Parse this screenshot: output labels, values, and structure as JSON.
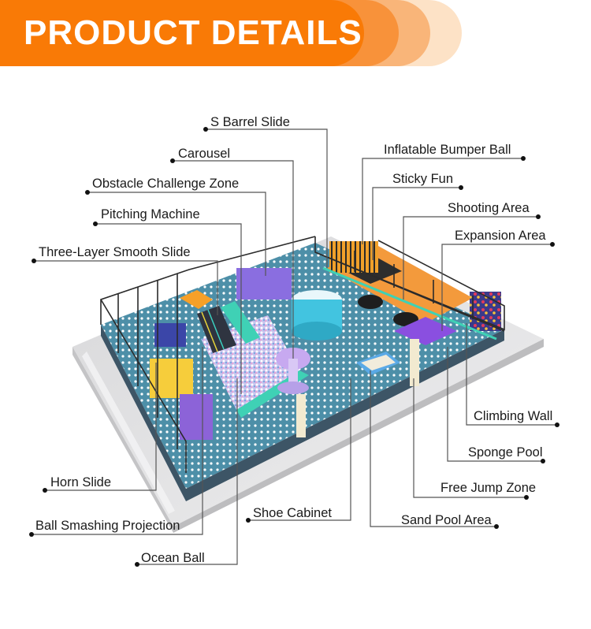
{
  "header": {
    "title": "PRODUCT DETAILS"
  },
  "colors": {
    "banner_primary": "#f97a06",
    "banner_2": "#f8923a",
    "banner_3": "#f9b579",
    "banner_4": "#fde2c6",
    "leader_line": "#555555",
    "label_text": "#1a1a1a"
  },
  "illustration": {
    "subject": "indoor-playground-isometric-render"
  },
  "labels": {
    "s_barrel_slide": "S Barrel Slide",
    "carousel": "Carousel",
    "obstacle_challenge_zone": "Obstacle Challenge Zone",
    "pitching_machine": "Pitching Machine",
    "three_layer_smooth_slide": "Three-Layer Smooth Slide",
    "inflatable_bumper_ball": "Inflatable Bumper Ball",
    "sticky_fun": "Sticky Fun",
    "shooting_area": "Shooting Area",
    "expansion_area": "Expansion Area",
    "climbing_wall": "Climbing Wall",
    "sponge_pool": "Sponge Pool",
    "free_jump_zone": "Free Jump Zone",
    "sand_pool_area": "Sand Pool Area",
    "shoe_cabinet": "Shoe Cabinet",
    "horn_slide": "Horn Slide",
    "ball_smashing_projection": "Ball Smashing Projection",
    "ocean_ball": "Ocean Ball"
  }
}
